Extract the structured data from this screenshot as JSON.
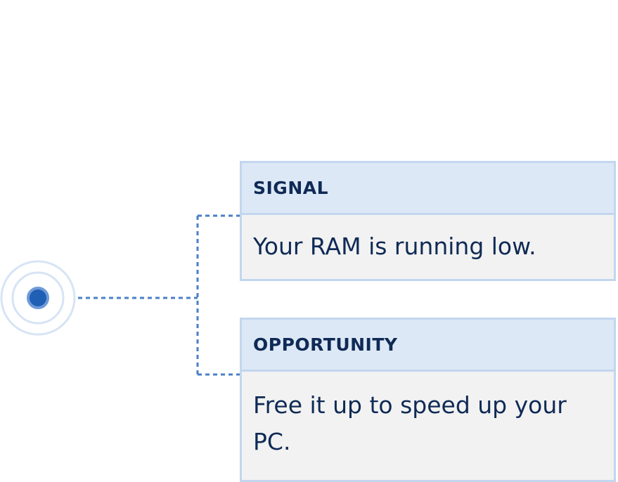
{
  "colors": {
    "accent": "#1f5fb4",
    "connector": "#4a7fc8",
    "ring": "#d7e4f5",
    "card_border": "#c3d6ef",
    "header_bg": "#dde8f6",
    "body_bg": "#f2f2f2",
    "text": "#0f2a55"
  },
  "node": {
    "icon": "target-dot-icon"
  },
  "cards": [
    {
      "title": "SIGNAL",
      "text": "Your RAM is running low."
    },
    {
      "title": "OPPORTUNITY",
      "text": "Free it up to speed up your PC."
    }
  ]
}
